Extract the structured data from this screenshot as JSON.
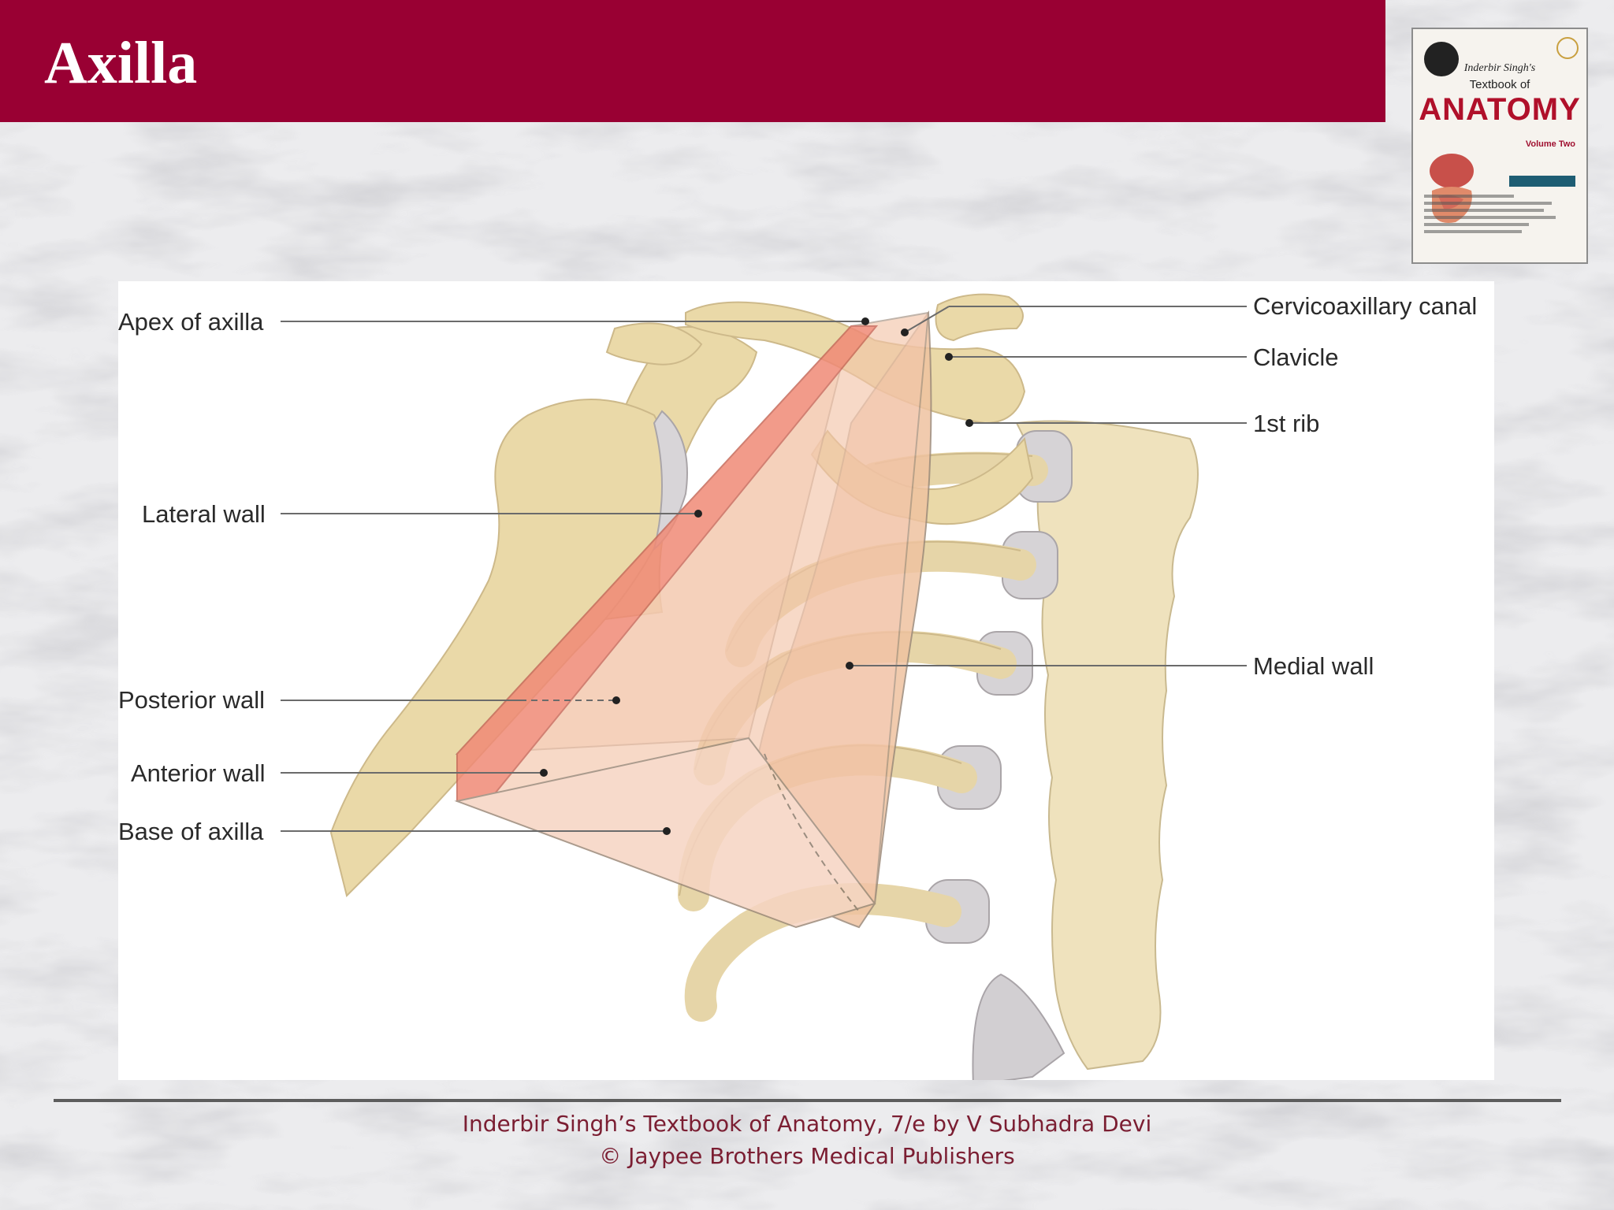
{
  "slide": {
    "title": "Axilla",
    "colors": {
      "title_bar": "#990033",
      "footer_text": "#7b1e32",
      "anterior_wall": "#f5c8b0",
      "lateral_wall": "#f08a76"
    }
  },
  "book_cover": {
    "author": "Inderbir Singh's",
    "subtitle": "Textbook of",
    "main_title": "ANATOMY",
    "volume": "Volume Two"
  },
  "diagram": {
    "labels": {
      "apex": "Apex of axilla",
      "lateral_wall": "Lateral wall",
      "posterior_wall": "Posterior wall",
      "anterior_wall": "Anterior wall",
      "base": "Base of axilla",
      "cervicoaxillary_canal": "Cervicoaxillary canal",
      "clavicle": "Clavicle",
      "first_rib": "1st rib",
      "medial_wall": "Medial wall"
    }
  },
  "footer": {
    "line1": "Inderbir Singh’s Textbook of Anatomy, 7/e by V Subhadra Devi",
    "line2": "© Jaypee Brothers Medical Publishers"
  }
}
